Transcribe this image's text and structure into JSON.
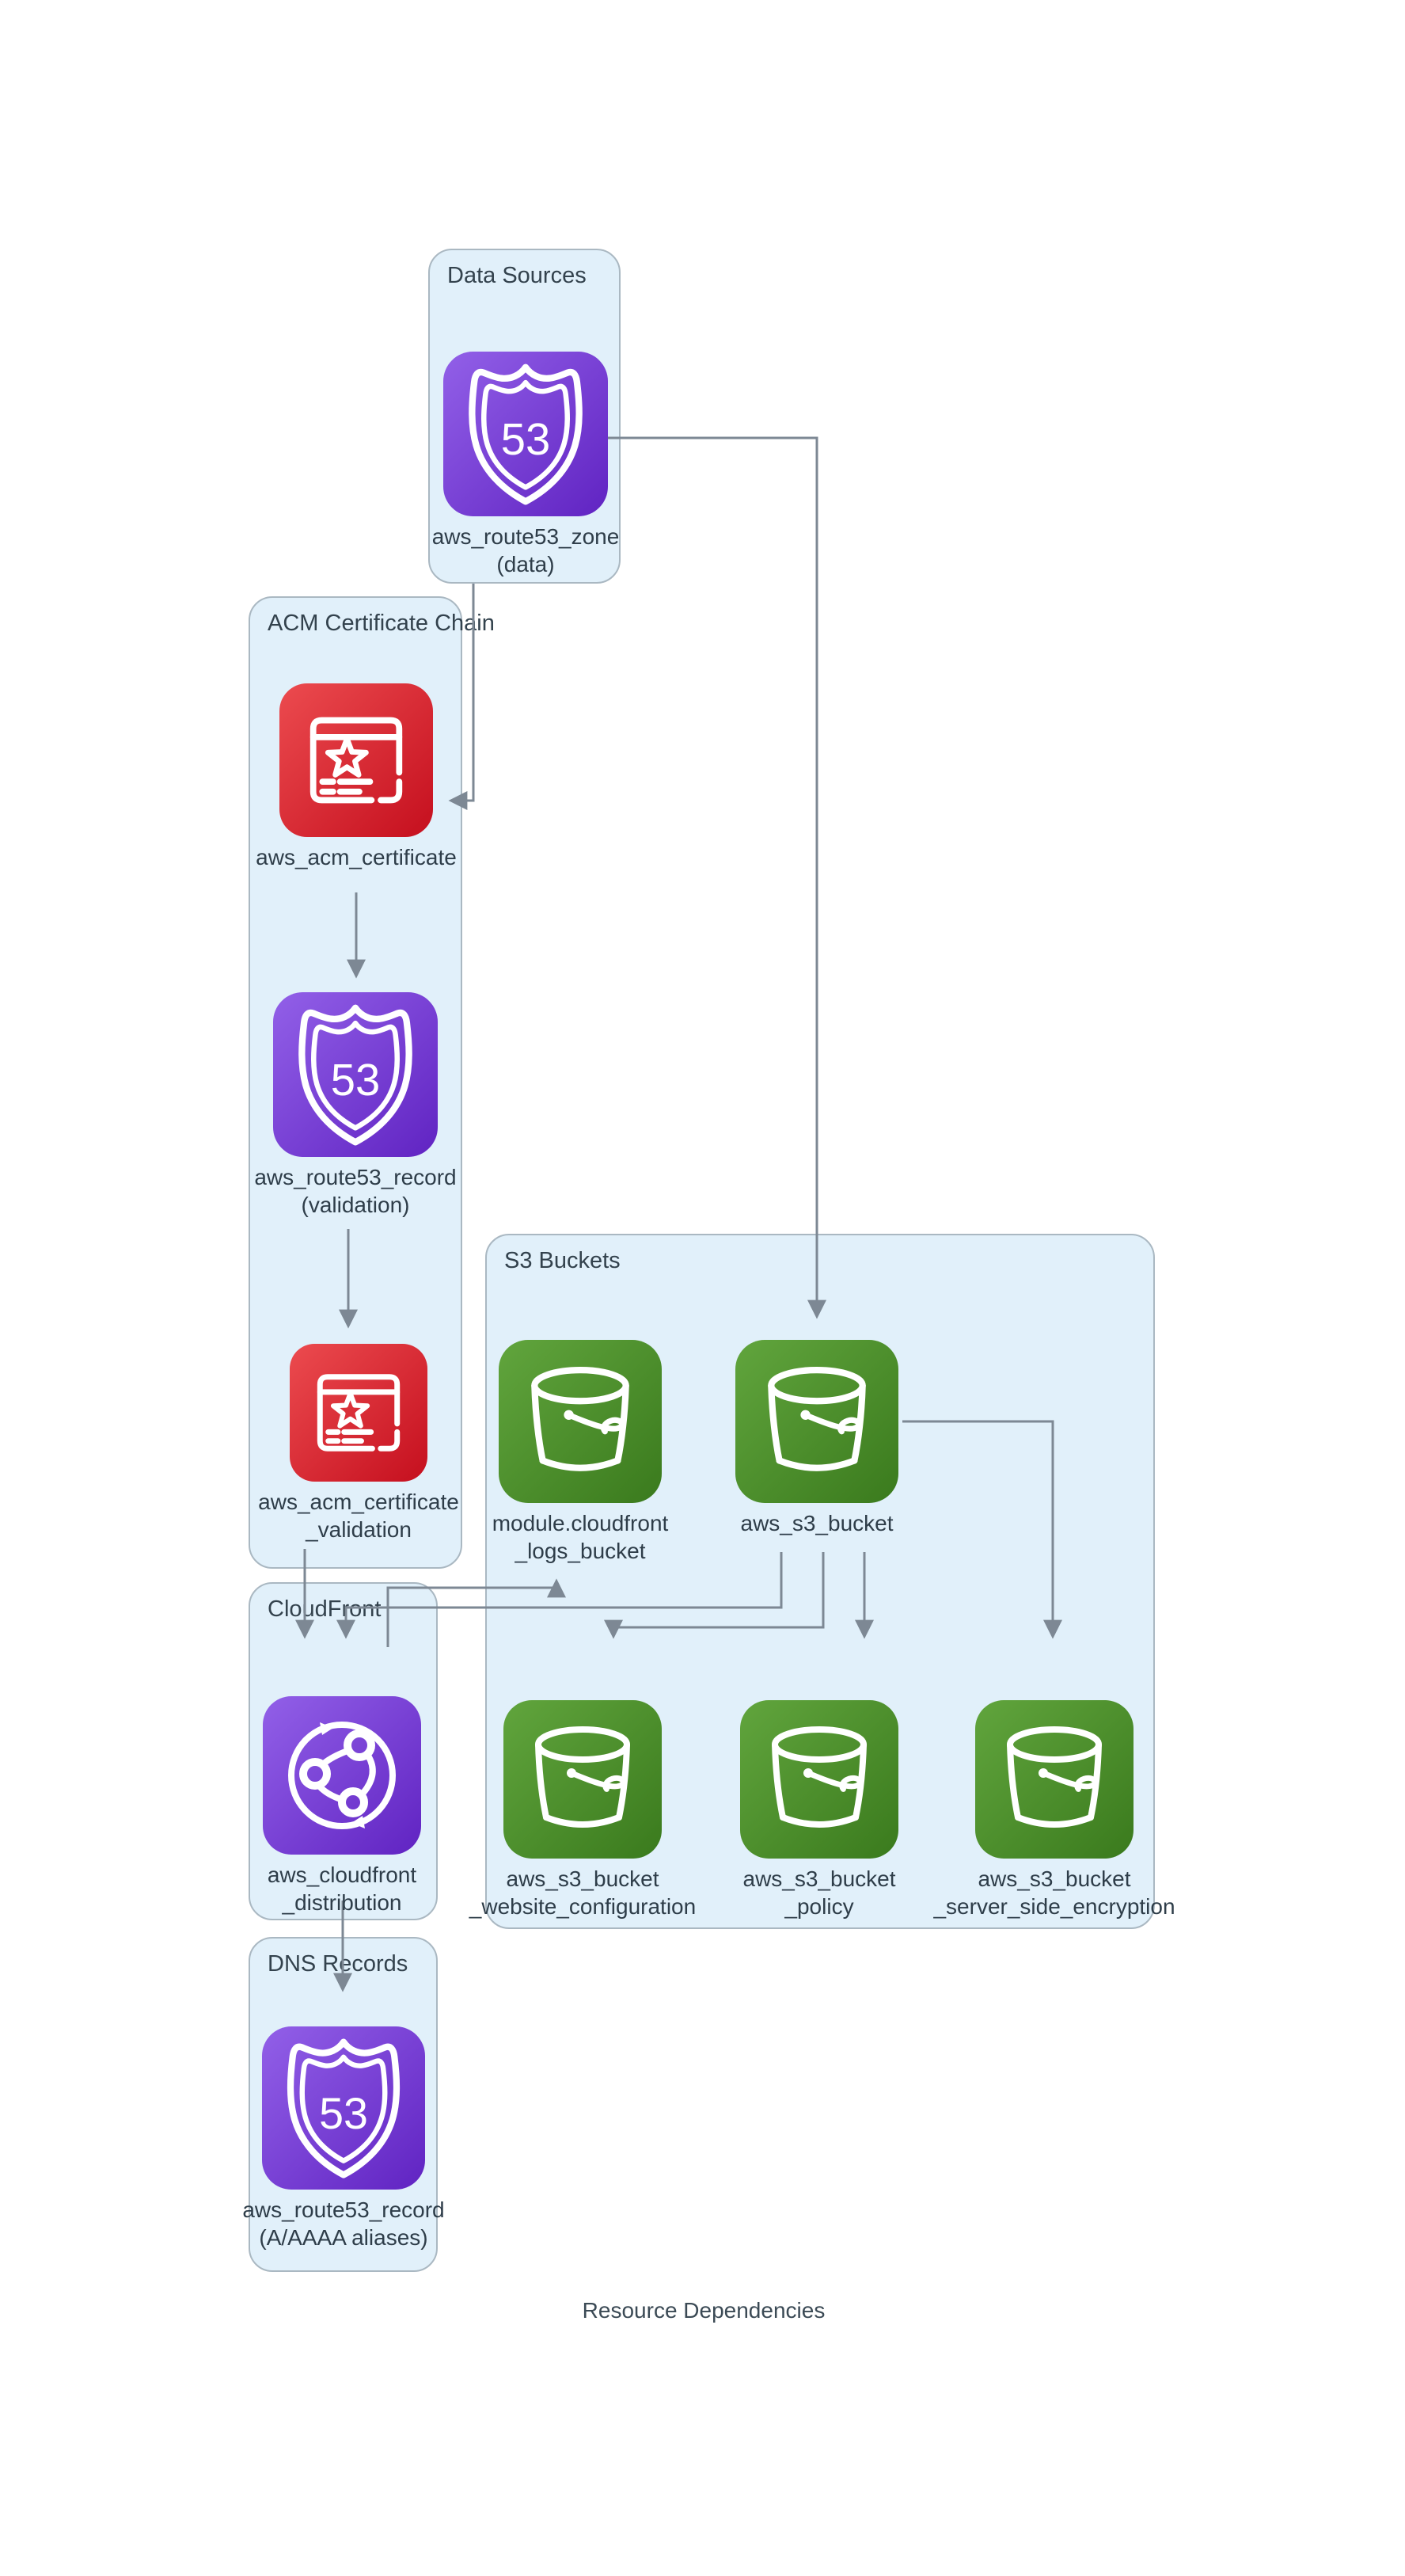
{
  "diagram": {
    "caption": "Resource Dependencies",
    "groups": {
      "data_sources": {
        "title": "Data Sources"
      },
      "acm": {
        "title": "ACM Certificate Chain"
      },
      "s3": {
        "title": "S3 Buckets"
      },
      "cloudfront": {
        "title": "CloudFront"
      },
      "dns": {
        "title": "DNS Records"
      }
    },
    "nodes": {
      "route53_zone": {
        "line1": "aws_route53_zone",
        "line2": "(data)",
        "icon": "route53-icon",
        "group": "data_sources"
      },
      "acm_certificate": {
        "line1": "aws_acm_certificate",
        "line2": "",
        "icon": "acm-certificate-icon",
        "group": "acm"
      },
      "route53_validation": {
        "line1": "aws_route53_record",
        "line2": "(validation)",
        "icon": "route53-icon",
        "group": "acm"
      },
      "acm_validation": {
        "line1": "aws_acm_certificate",
        "line2": "_validation",
        "icon": "acm-certificate-icon",
        "group": "acm"
      },
      "logs_bucket": {
        "line1": "module.cloudfront",
        "line2": "_logs_bucket",
        "icon": "s3-bucket-icon",
        "group": "s3"
      },
      "s3_bucket": {
        "line1": "aws_s3_bucket",
        "line2": "",
        "icon": "s3-bucket-icon",
        "group": "s3"
      },
      "website_config": {
        "line1": "aws_s3_bucket",
        "line2": "_website_configuration",
        "icon": "s3-bucket-icon",
        "group": "s3"
      },
      "bucket_policy": {
        "line1": "aws_s3_bucket",
        "line2": "_policy",
        "icon": "s3-bucket-icon",
        "group": "s3"
      },
      "bucket_sse": {
        "line1": "aws_s3_bucket",
        "line2": "_server_side_encryption",
        "icon": "s3-bucket-icon",
        "group": "s3"
      },
      "cloudfront_dist": {
        "line1": "aws_cloudfront",
        "line2": "_distribution",
        "icon": "cloudfront-icon",
        "group": "cloudfront"
      },
      "route53_aliases": {
        "line1": "aws_route53_record",
        "line2": "(A/AAAA aliases)",
        "icon": "route53-icon",
        "group": "dns"
      }
    },
    "edges": [
      {
        "from": "route53_zone",
        "to": "acm_certificate"
      },
      {
        "from": "route53_zone",
        "to": "s3_bucket"
      },
      {
        "from": "acm_certificate",
        "to": "route53_validation"
      },
      {
        "from": "route53_validation",
        "to": "acm_validation"
      },
      {
        "from": "acm_validation",
        "to": "cloudfront_dist"
      },
      {
        "from": "s3_bucket",
        "to": "cloudfront_dist"
      },
      {
        "from": "cloudfront_dist",
        "to": "logs_bucket"
      },
      {
        "from": "s3_bucket",
        "to": "website_config"
      },
      {
        "from": "s3_bucket",
        "to": "bucket_policy"
      },
      {
        "from": "s3_bucket",
        "to": "bucket_sse"
      },
      {
        "from": "cloudfront_dist",
        "to": "route53_aliases"
      }
    ],
    "colors": {
      "group_fill": "#e1f0fa",
      "group_border": "#aab8c2",
      "connector": "#7d8894",
      "text": "#2e3d49",
      "route53_gradient": [
        "#9260e8",
        "#6023c2"
      ],
      "acm_gradient": [
        "#ec4b4f",
        "#c50f1e"
      ],
      "s3_gradient": [
        "#61a53d",
        "#3a7a1d"
      ]
    }
  }
}
